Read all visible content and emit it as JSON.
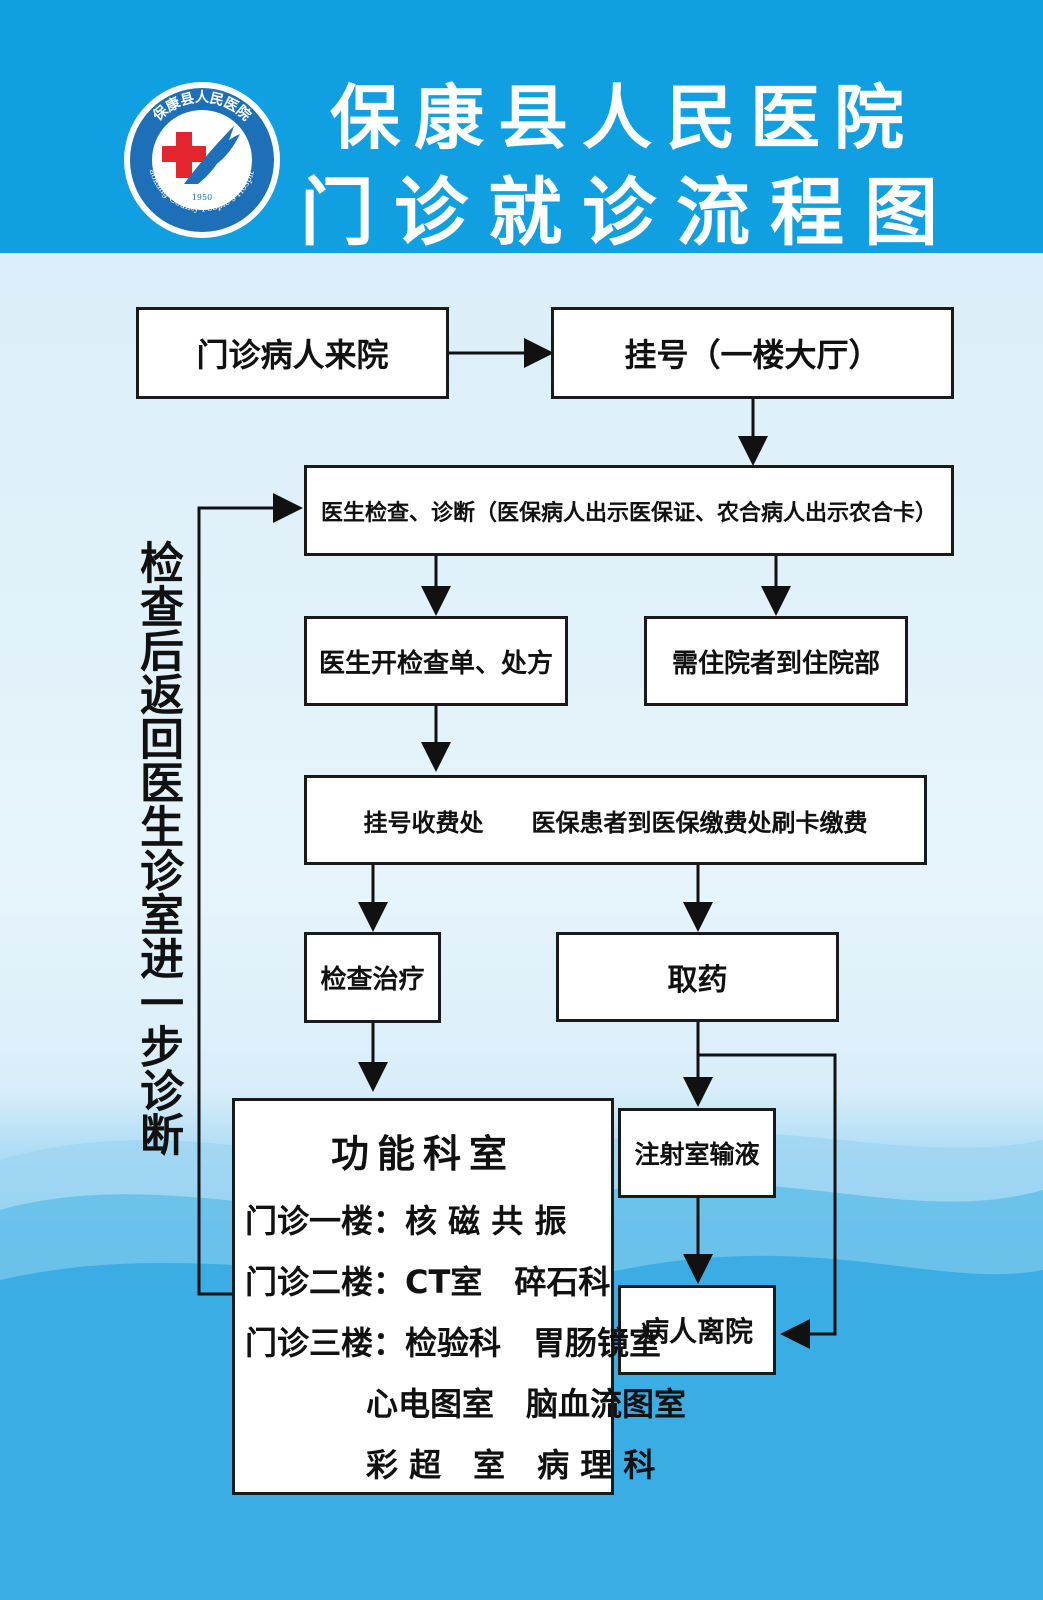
{
  "header": {
    "title_line1": "保康县人民医院",
    "title_line2": "门诊就诊流程图",
    "logo": {
      "text_cn": "保康县人民医院",
      "text_en": "Baokang County People's Hospital",
      "year": "1950"
    }
  },
  "side_label": "检查后返回医生诊室进一步诊断",
  "boxes": {
    "arrival": "门诊病人来院",
    "register": "挂号（一楼大厅）",
    "doctor": "医生检查、诊断（医保病人出示医保证、农合病人出示农合卡）",
    "prescribe": "医生开检查单、处方",
    "inpatient": "需住院者到住院部",
    "payment": "挂号收费处　　医保患者到医保缴费处刷卡缴费",
    "exam": "检查治疗",
    "medicine": "取药",
    "injection": "注射室输液",
    "discharge": "病人离院"
  },
  "functional": {
    "title": "功能科室",
    "rows": [
      {
        "floor": "门诊一楼：",
        "depts": "核 磁 共 振"
      },
      {
        "floor": "门诊二楼：",
        "depts": "CT室　碎石科"
      },
      {
        "floor": "门诊三楼：",
        "depts": "检验科　胃肠镜室"
      },
      {
        "floor": "",
        "depts": "心电图室　脑血流图室"
      },
      {
        "floor": "",
        "depts": "彩 超　室　病 理 科"
      }
    ]
  },
  "colors": {
    "header_blue": "#109fe0",
    "logo_ring": "#1d6fb8",
    "cross_red": "#e3262d"
  }
}
